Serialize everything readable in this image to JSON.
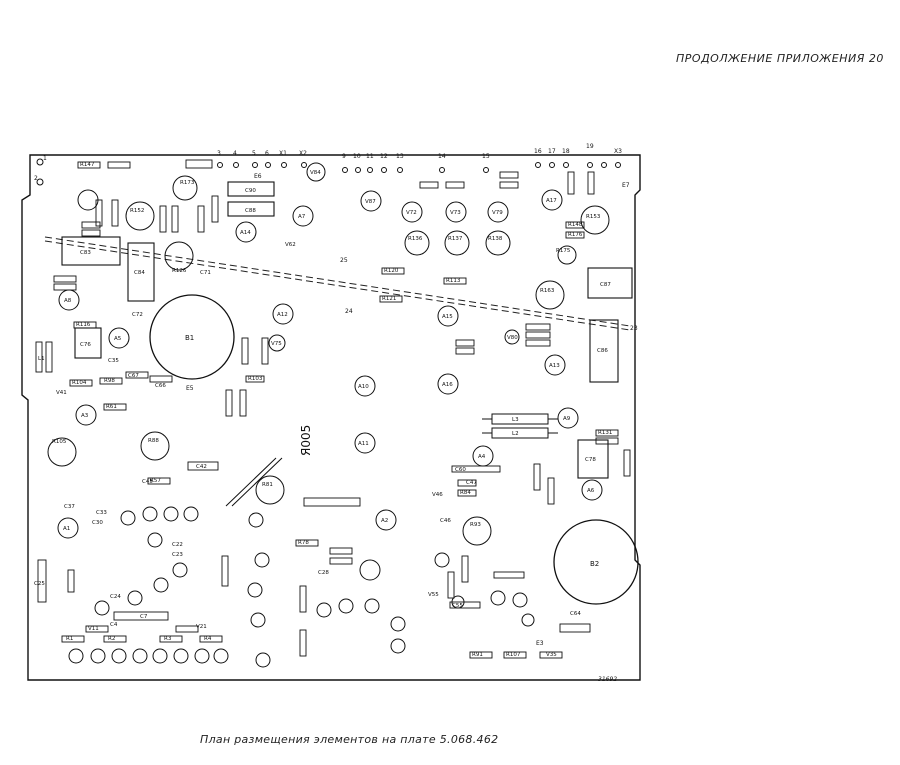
{
  "header": "ПРОДОЛЖЕНИЕ ПРИЛОЖЕНИЯ 20",
  "caption": "План размещения элементов на плате 5.068.462",
  "drawing_number": "31692",
  "board_mark": "Я005",
  "terminals": [
    "1",
    "2",
    "3",
    "4",
    "5",
    "6",
    "X1",
    "X2",
    "9",
    "10",
    "11",
    "12",
    "13",
    "14",
    "15",
    "16",
    "17",
    "18",
    "19",
    "X3",
    "E6",
    "E7",
    "E3",
    "E5",
    "24",
    "25",
    "23"
  ],
  "capacitors": [
    "C83",
    "C84",
    "C76",
    "C90",
    "C88",
    "C86",
    "C87",
    "C78",
    "C60",
    "C42",
    "C37",
    "C25",
    "C7",
    "C4",
    "C55",
    "C64",
    "C66",
    "C67",
    "C72",
    "C71",
    "C35",
    "C45",
    "C46",
    "C47",
    "C33",
    "C30",
    "C22",
    "C23",
    "C24",
    "C28"
  ],
  "resistors": [
    "R147",
    "R173",
    "R152",
    "R126",
    "R153",
    "R175",
    "R163",
    "R136",
    "R137",
    "R138",
    "R105",
    "R88",
    "R93",
    "R81",
    "R116",
    "R104",
    "R98",
    "R103",
    "R120",
    "R121",
    "R61",
    "R57",
    "R113",
    "R131",
    "R148",
    "R176",
    "R78",
    "R84",
    "R91",
    "R107",
    "R1",
    "R2",
    "R3",
    "R4"
  ],
  "ics": [
    "A1",
    "A2",
    "A3",
    "A4",
    "A5",
    "A6",
    "A7",
    "A8",
    "A9",
    "A10",
    "A11",
    "A12",
    "A13",
    "A14",
    "A15",
    "A16",
    "A17"
  ],
  "transistors": [
    "V84",
    "V87",
    "V72",
    "V73",
    "V79",
    "V80",
    "V62",
    "V75",
    "V46",
    "V41",
    "V35",
    "V55",
    "V21",
    "V11"
  ],
  "inductors": [
    "L1",
    "L2",
    "L3"
  ],
  "speakers": [
    "B1",
    "B2"
  ]
}
